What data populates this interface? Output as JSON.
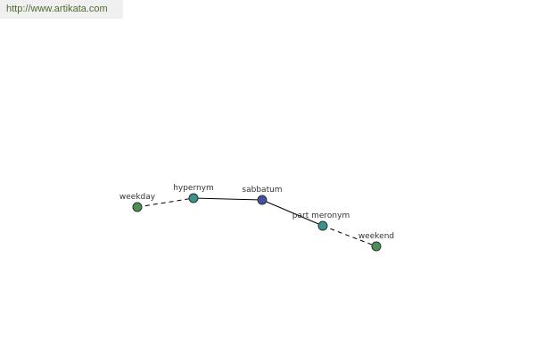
{
  "site": {
    "url": "http://www.artikata.com"
  },
  "colors": {
    "center_node": "#4a4ea1",
    "relation_node": "#3f8f8f",
    "word_node": "#4f8f57",
    "edge": "#000000",
    "link_text": "#4f6b2f"
  },
  "graph": {
    "nodes": [
      {
        "id": "weekday",
        "label": "weekday",
        "kind": "word"
      },
      {
        "id": "hypernym",
        "label": "hypernym",
        "kind": "relation"
      },
      {
        "id": "sabbatum",
        "label": "sabbatum",
        "kind": "center"
      },
      {
        "id": "part-meronym",
        "label": "part meronym",
        "kind": "relation"
      },
      {
        "id": "weekend",
        "label": "weekend",
        "kind": "word"
      }
    ],
    "edges": [
      {
        "from": "weekday",
        "to": "hypernym",
        "style": "dashed"
      },
      {
        "from": "hypernym",
        "to": "sabbatum",
        "style": "solid"
      },
      {
        "from": "sabbatum",
        "to": "part-meronym",
        "style": "solid"
      },
      {
        "from": "part-meronym",
        "to": "weekend",
        "style": "dashed"
      }
    ]
  }
}
